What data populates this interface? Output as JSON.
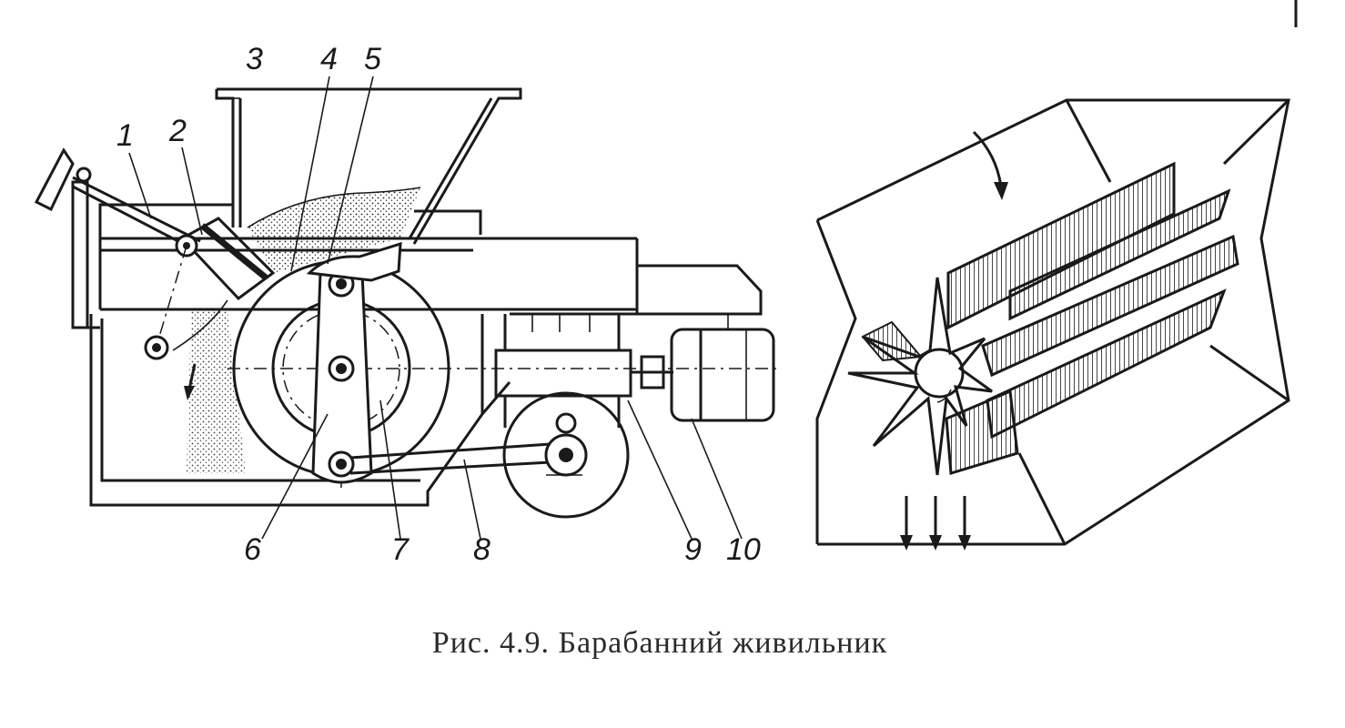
{
  "labels": [
    "1",
    "2",
    "3",
    "4",
    "5",
    "6",
    "7",
    "8",
    "9",
    "10"
  ],
  "caption": "Рис. 4.9. Барабанний живильник"
}
